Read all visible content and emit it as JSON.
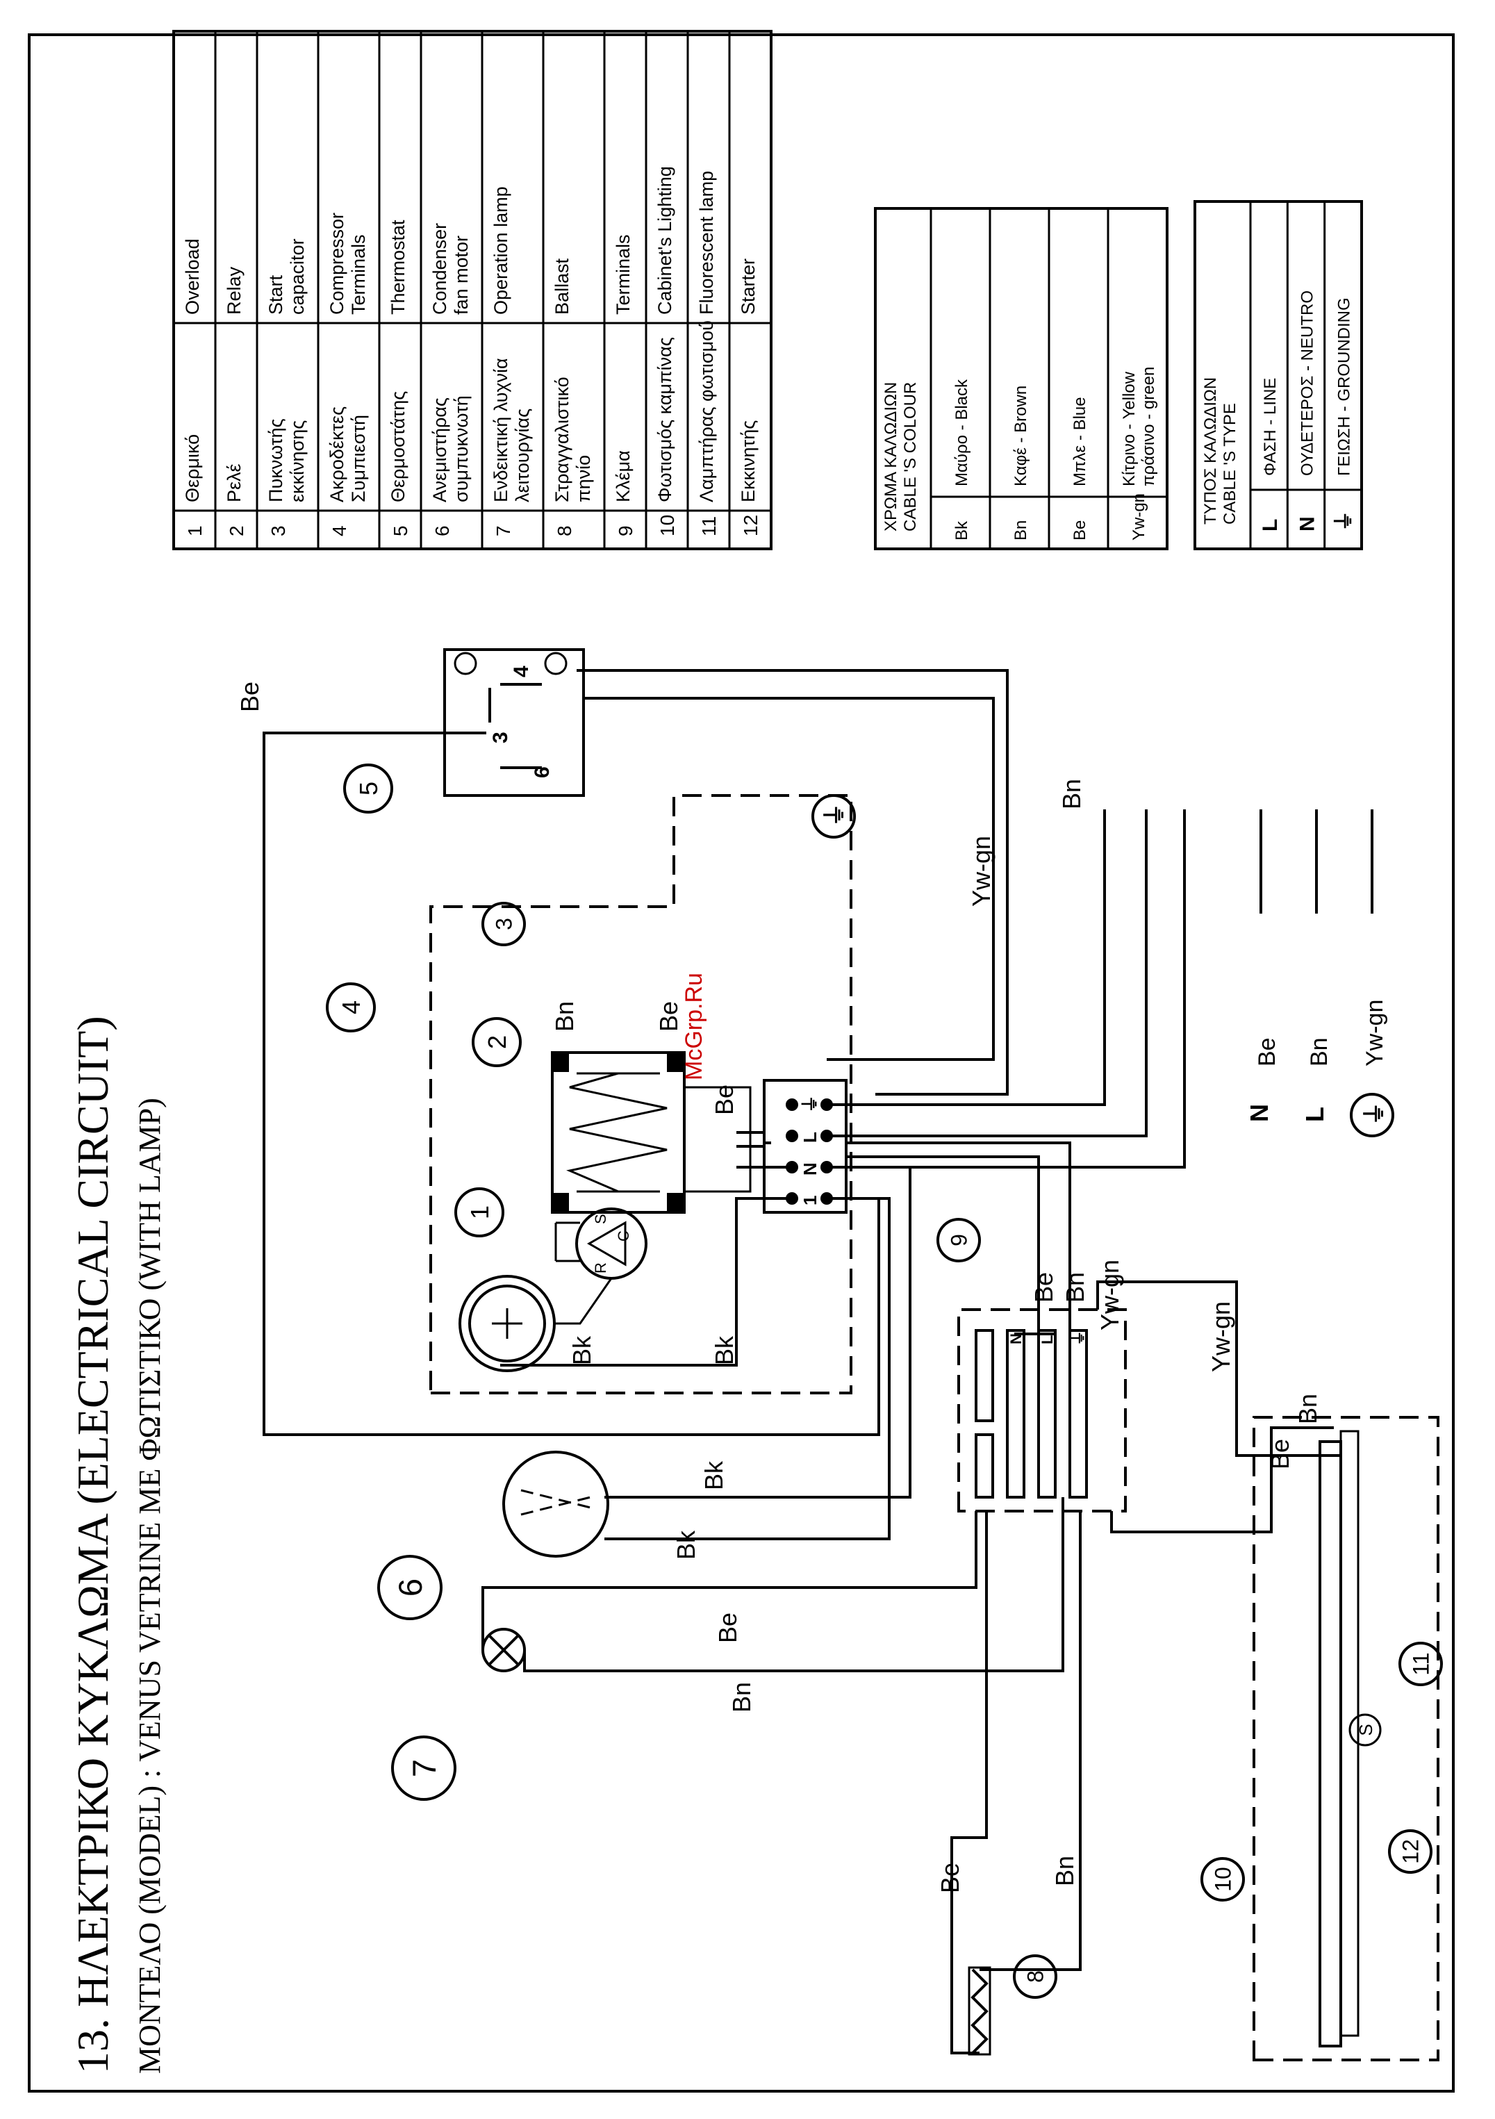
{
  "title": "13. ΗΛΕΚΤΡΙΚΟ ΚΥΚΛΩΜΑ (ELECTRICAL CIRCUIT)",
  "subtitle": "ΜΟΝΤΕΛΟ (MODEL) : VENUS VETRINE ME ΦΩΤΙΣΤΙΚΟ (WITH LAMP)",
  "watermark": "McGrp.Ru",
  "parts_table": [
    {
      "no": "1",
      "gr": "Θερμικό",
      "en": "Overload"
    },
    {
      "no": "2",
      "gr": "Ρελέ",
      "en": "Relay"
    },
    {
      "no": "3",
      "gr": [
        "Πυκνωτής",
        "εκκίνησης"
      ],
      "en": [
        "Start",
        "capacitor"
      ]
    },
    {
      "no": "4",
      "gr": [
        "Ακροδέκτες",
        "Συμπιεστή"
      ],
      "en": [
        "Compressor",
        "Terminals"
      ]
    },
    {
      "no": "5",
      "gr": "Θερμοστάτης",
      "en": "Thermostat"
    },
    {
      "no": "6",
      "gr": [
        "Ανεμιστήρας",
        "συμπυκνωτή"
      ],
      "en": [
        "Condenser",
        "fan motor"
      ]
    },
    {
      "no": "7",
      "gr": [
        "Ενδεικτική λυχνία",
        "λειτουργίας"
      ],
      "en": "Operation lamp"
    },
    {
      "no": "8",
      "gr": [
        "Στραγγαλιστικό",
        "πηνίο"
      ],
      "en": "Ballast"
    },
    {
      "no": "9",
      "gr": "Κλέμα",
      "en": "Terminals"
    },
    {
      "no": "10",
      "gr": "Φωτισμός καμπίνας",
      "en": "Cabinet's Lighting"
    },
    {
      "no": "11",
      "gr": "Λαμπτήρας φωτισμού",
      "en": "Fluorescent lamp"
    },
    {
      "no": "12",
      "gr": "Εκκινητής",
      "en": "Starter"
    }
  ],
  "colour_table": {
    "header": [
      "ΧΡΩΜΑ ΚΑΛΩΔΙΩΝ",
      "CABLE 'S COLOUR"
    ],
    "rows": [
      {
        "code": "Bk",
        "desc": "Μαύρο - Black"
      },
      {
        "code": "Bn",
        "desc": "Καφέ - Brown"
      },
      {
        "code": "Be",
        "desc": "Μπλε - Blue"
      },
      {
        "code": "Yw-gn",
        "desc": [
          "Κίτρινο - Yellow",
          "πράσινο - green"
        ]
      }
    ]
  },
  "type_table": {
    "header": [
      "ΤΥΠΟΣ ΚΑΛΩΔΙΩΝ",
      "CABLE 'S TYPE"
    ],
    "rows": [
      {
        "code": "L",
        "desc": "ΦΑΣΗ - LINE"
      },
      {
        "code": "N",
        "desc": "ΟΥΔΕΤΕΡΟΣ - NEUTRO"
      },
      {
        "code": "⏚",
        "desc": "ΓΕΙΩΣΗ - GROUNDING"
      }
    ]
  },
  "callouts": [
    "1",
    "2",
    "3",
    "4",
    "5",
    "6",
    "7",
    "8",
    "9",
    "10",
    "11",
    "12"
  ],
  "wire_labels": {
    "Be": "Be",
    "Bn": "Bn",
    "Bk": "Bk",
    "Ywgn": "Yw-gn"
  },
  "terminal_labels": {
    "one": "1",
    "N": "N",
    "L": "L",
    "ground": "⏚",
    "L_out": "L",
    "N_out": "N"
  },
  "thermostat_contacts": [
    "3",
    "4",
    "6"
  ],
  "compressor_pins": [
    "S",
    "C",
    "R"
  ],
  "starter_symbol": "S"
}
